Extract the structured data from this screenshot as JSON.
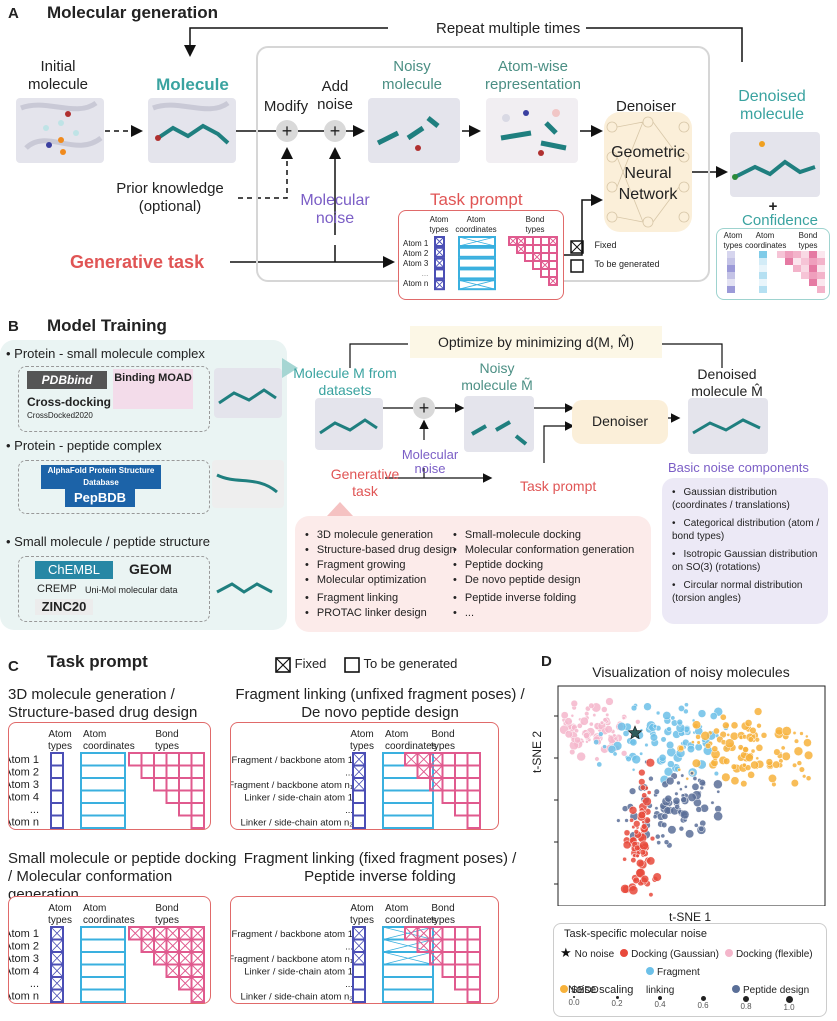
{
  "panelA": {
    "letter": "A",
    "title": "Molecular generation",
    "repeat_label": "Repeat multiple times",
    "initial_molecule": "Initial molecule",
    "molecule": "Molecule",
    "modify": "Modify",
    "add_noise": "Add noise",
    "noisy_molecule": "Noisy molecule",
    "atomwise": "Atom-wise representation",
    "denoiser": "Denoiser",
    "gnn": "Geometric Neural Network",
    "denoised_molecule": "Denoised molecule",
    "plus_sign": "+",
    "confidence": "Confidence",
    "prior_knowledge": "Prior knowledge (optional)",
    "molecular_noise": "Molecular noise",
    "generative_task": "Generative task",
    "task_prompt": "Task prompt",
    "matrix_headers": {
      "atom_types": "Atom types",
      "atom_coordinates": "Atom coordinates",
      "bond_types": "Bond types"
    },
    "rows": [
      "Atom 1",
      "Atom 2",
      "Atom 3",
      "...",
      "Atom n"
    ],
    "legend_fixed": "Fixed",
    "legend_to_generate": "To be generated"
  },
  "panelB": {
    "letter": "B",
    "title": "Model Training",
    "datasets": [
      {
        "heading": "Protein - small molecule complex",
        "items": [
          "PDBbind",
          "Binding MOAD",
          "Cross-docking",
          "CrossDocked2020"
        ]
      },
      {
        "heading": "Protein - peptide complex",
        "items": [
          "AlphaFold Protein Structure Database",
          "PepBDB"
        ]
      },
      {
        "heading": "Small molecule / peptide structure",
        "items": [
          "ChEMBL",
          "GEOM",
          "CREMP",
          "Uni-Mol molecular data",
          "ZINC20"
        ]
      }
    ],
    "optimize": "Optimize by minimizing d(M, M̂)",
    "molecule_m": "Molecule M from datasets",
    "noisy_m": "Noisy molecule M̃",
    "denoised_m": "Denoised molecule M̂",
    "denoiser": "Denoiser",
    "molecular_noise": "Molecular noise",
    "generative_task": "Generative task",
    "task_prompt": "Task prompt",
    "tasks_col1": [
      "3D molecule generation",
      "Structure-based drug design",
      "Fragment growing",
      "Molecular optimization",
      "Fragment linking",
      "PROTAC linker design"
    ],
    "tasks_col2": [
      "Small-molecule docking",
      "Molecular conformation generation",
      "Peptide docking",
      "De novo peptide design",
      "Peptide inverse folding",
      "..."
    ],
    "noise_title": "Basic noise components",
    "noise_items": [
      "Gaussian distribution (coordinates / translations)",
      "Categorical distribution (atom / bond types)",
      "Isotropic Gaussian distribution on SO(3) (rotations)",
      "Circular normal distribution (torsion angles)"
    ]
  },
  "panelC": {
    "letter": "C",
    "title": "Task prompt",
    "legend_fixed": "Fixed",
    "legend_to_generate": "To be generated",
    "headers": {
      "atom_types": "Atom types",
      "atom_coordinates": "Atom coordinates",
      "bond_types": "Bond types"
    },
    "prompts": [
      {
        "title": "3D molecule generation / Structure-based drug design",
        "rows": [
          "Atom 1",
          "Atom 2",
          "Atom 3",
          "Atom 4",
          "...",
          "Atom n"
        ]
      },
      {
        "title": "Fragment linking (unfixed fragment poses) / De novo peptide design",
        "rows": [
          "Fragment / backbone atom 1",
          "...",
          "Fragment / backbone atom n1",
          "Linker / side-chain atom 1",
          "...",
          "Linker / side-chain atom n2"
        ]
      },
      {
        "title": "Small molecule or peptide docking / Molecular conformation generation",
        "rows": [
          "Atom 1",
          "Atom 2",
          "Atom 3",
          "Atom 4",
          "...",
          "Atom n"
        ]
      },
      {
        "title": "Fragment linking (fixed fragment poses) / Peptide inverse folding",
        "rows": [
          "Fragment / backbone atom 1",
          "...",
          "Fragment / backbone atom n1",
          "Linker / side-chain atom 1",
          "...",
          "Linker / side-chain atom n2"
        ]
      }
    ]
  },
  "chart_data": {
    "type": "scatter",
    "title": "Visualization of noisy molecules",
    "xlabel": "t-SNE 1",
    "ylabel": "t-SNE 2",
    "legend_title": "Task-specific molecular noise",
    "series": [
      {
        "name": "No noise",
        "color": "#2f5a5a",
        "marker": "star"
      },
      {
        "name": "Docking (Gaussian)",
        "color": "#e8493b"
      },
      {
        "name": "Docking (flexible)",
        "color": "#f4b6cb"
      },
      {
        "name": "SBDD",
        "color": "#f7b23b"
      },
      {
        "name": "Fragment linking",
        "color": "#6cc0e8"
      },
      {
        "name": "Peptide design",
        "color": "#5a6f98"
      }
    ],
    "size_legend_title": "Noise scaling",
    "size_values": [
      "0.0",
      "0.2",
      "0.4",
      "0.6",
      "0.8",
      "1.0"
    ]
  },
  "panelD": {
    "letter": "D"
  },
  "colors": {
    "atom_types": "#4b4fb5",
    "atom_coords": "#3ab0df",
    "bond_types": "#e05a8e",
    "red": "#e05555",
    "teal": "#3aa3a0",
    "purple": "#7b5ec6"
  }
}
